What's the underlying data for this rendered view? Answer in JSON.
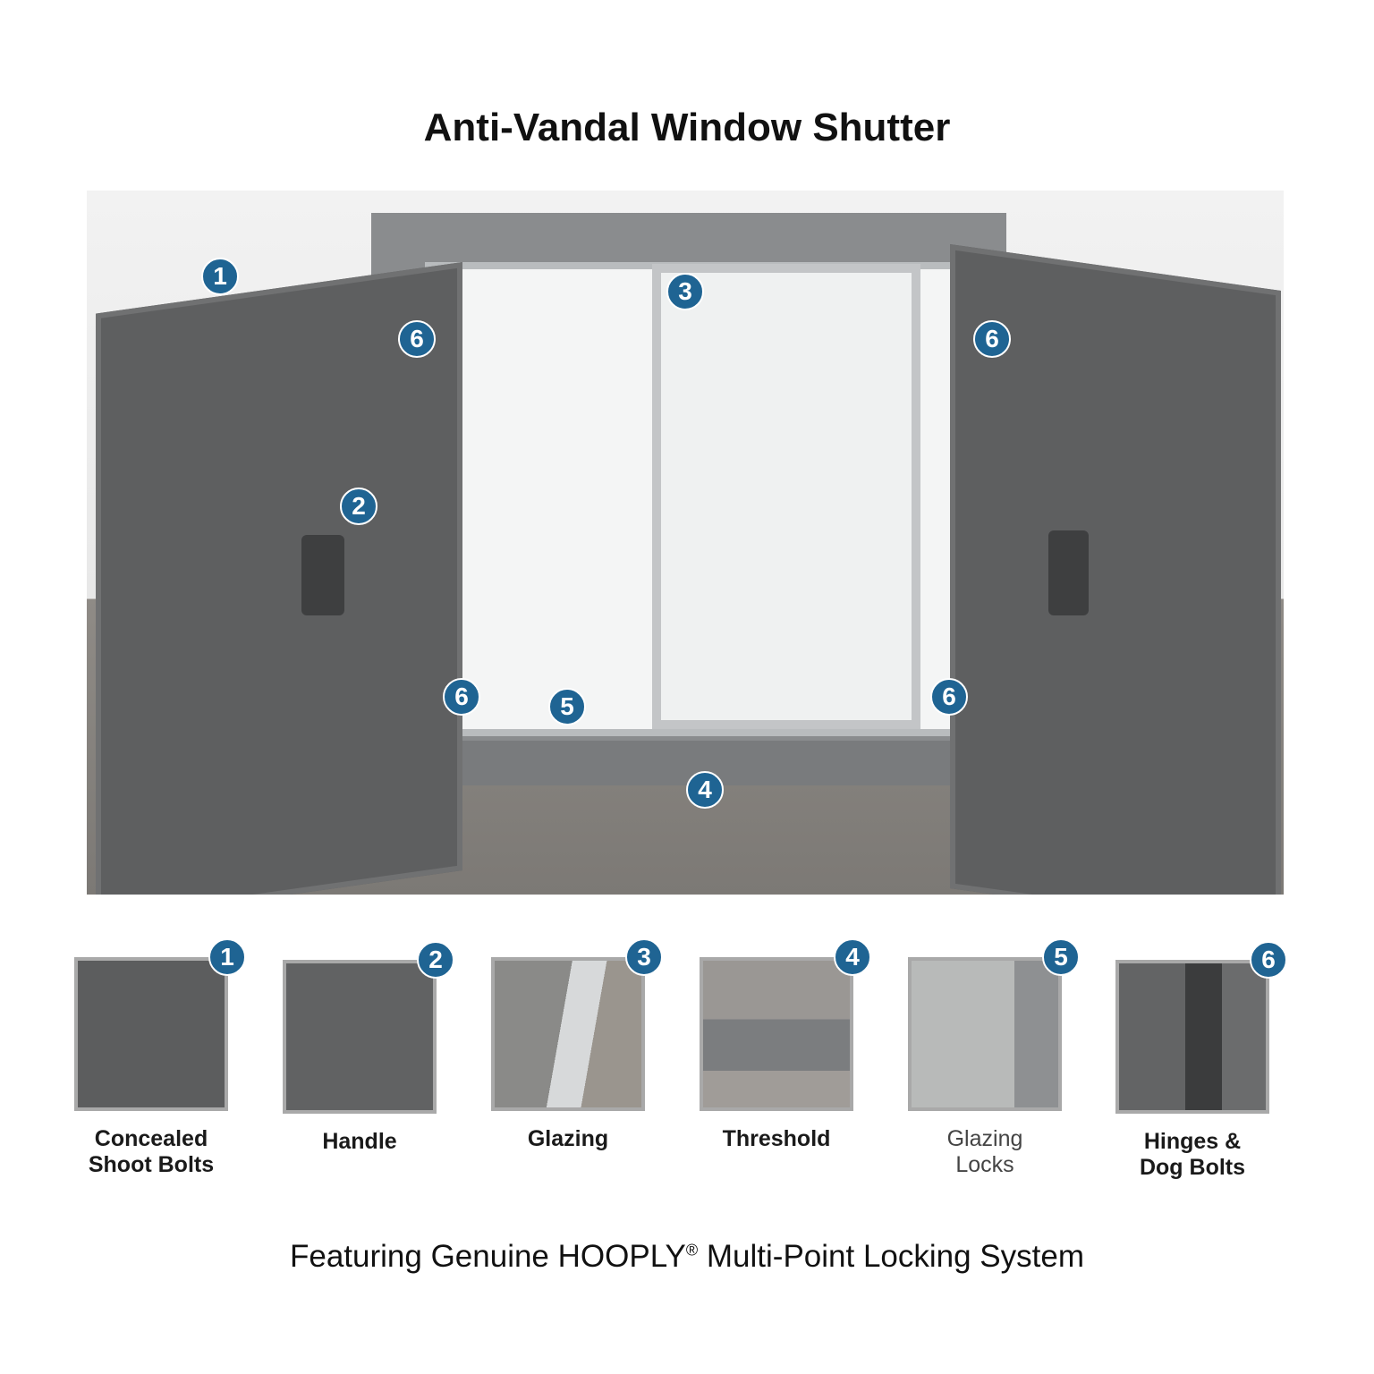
{
  "title": "Anti-Vandal Window Shutter",
  "badge_color": "#1f6493",
  "callouts": [
    "1",
    "2",
    "3",
    "4",
    "5",
    "6"
  ],
  "features": [
    {
      "number": "1",
      "label_line1": "Concealed",
      "label_line2": "Shoot Bolts"
    },
    {
      "number": "2",
      "label_line1": "Handle",
      "label_line2": ""
    },
    {
      "number": "3",
      "label_line1": "Glazing",
      "label_line2": ""
    },
    {
      "number": "4",
      "label_line1": "Threshold",
      "label_line2": ""
    },
    {
      "number": "5",
      "label_line1": "Glazing",
      "label_line2": "Locks"
    },
    {
      "number": "6",
      "label_line1": "Hinges &",
      "label_line2": "Dog Bolts"
    }
  ],
  "footer": {
    "text_before": "Featuring Genuine HOOPLY",
    "registered": "®",
    "text_after": " Multi-Point Locking System"
  }
}
